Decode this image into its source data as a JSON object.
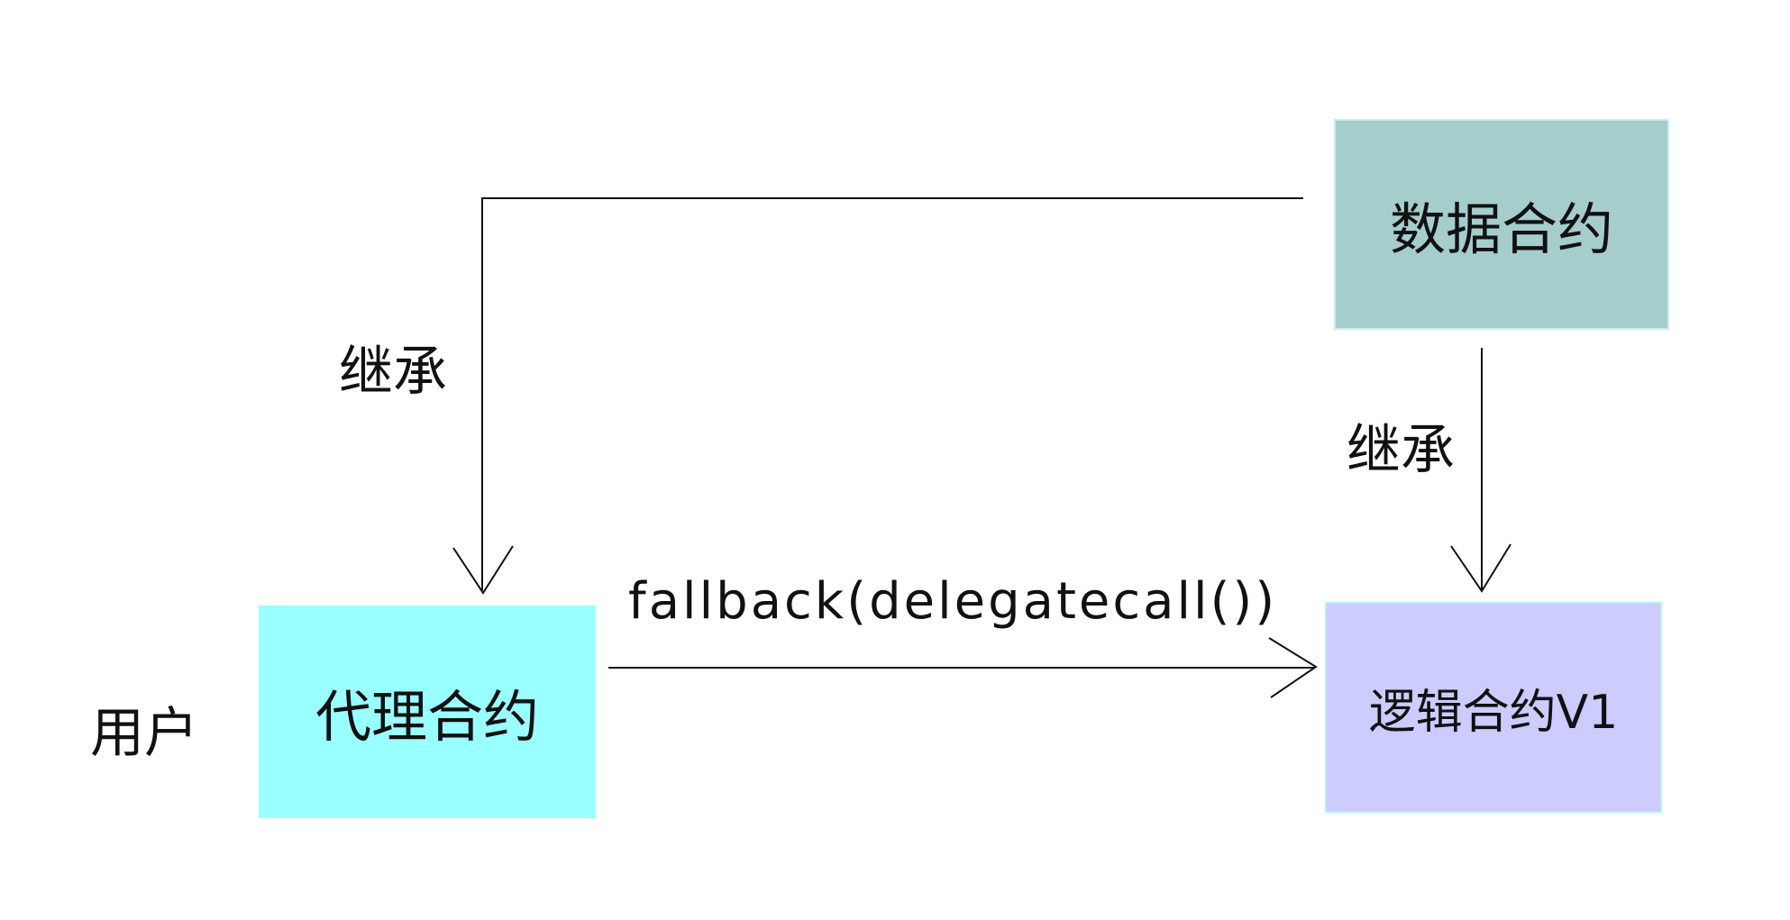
{
  "nodes": {
    "data_contract": {
      "label": "数据合约",
      "fill": "#a5cdcc"
    },
    "proxy_contract": {
      "label": "代理合约",
      "fill": "#99ffff"
    },
    "logic_contract": {
      "label": "逻辑合约V1",
      "fill": "#ccccff"
    }
  },
  "labels": {
    "user": "用户",
    "inherit_left": "继承",
    "inherit_right": "继承",
    "call": "fallback(delegatecall())"
  },
  "colors": {
    "line": "#111111",
    "background": "#ffffff"
  }
}
